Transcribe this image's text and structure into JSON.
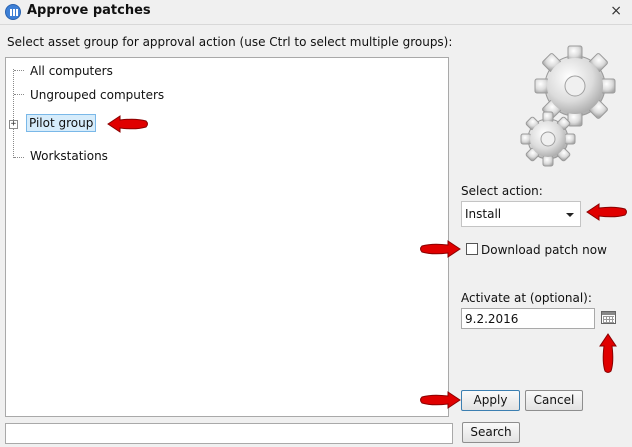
{
  "window": {
    "title": "Approve patches",
    "close_glyph": "×"
  },
  "instruction": "Select asset group for approval action (use Ctrl to select multiple groups):",
  "tree": {
    "items": [
      {
        "label": "All computers"
      },
      {
        "label": "Ungrouped computers"
      },
      {
        "label": "Pilot group",
        "selected": true,
        "expander": "+"
      },
      {
        "label": "Workstations"
      }
    ]
  },
  "action": {
    "label": "Select action:",
    "selected_value": "Install"
  },
  "download_patch": {
    "label": "Download patch now",
    "checked": false
  },
  "activate": {
    "label": "Activate at (optional):",
    "value": "9.2.2016"
  },
  "buttons": {
    "apply": "Apply",
    "cancel": "Cancel",
    "search": "Search"
  },
  "search": {
    "value": ""
  },
  "colors": {
    "annotation_arrow": "#e00000",
    "accent": "#3d7fd6",
    "selection": "#d6ecfb"
  },
  "icons": {
    "title": "app-logo-icon",
    "close": "close-icon",
    "decorative": "gears-icon",
    "calendar": "calendar-icon",
    "annotation": "red-arrow-icon"
  }
}
